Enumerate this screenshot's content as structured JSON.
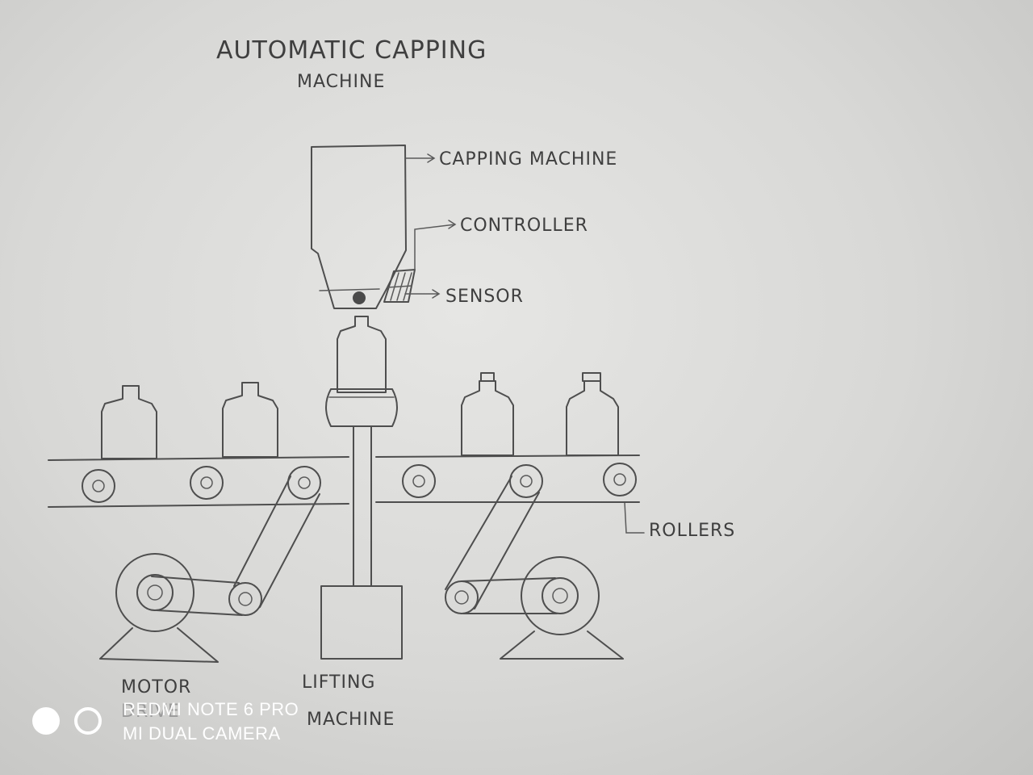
{
  "diagram": {
    "title_line1": "AUTOMATIC CAPPING",
    "title_line2": "MACHINE",
    "labels": {
      "capping_machine": "CAPPING MACHINE",
      "controller": "CONTROLLER",
      "sensor": "SENSOR",
      "rollers": "ROLLERS",
      "motor_line1": "MOTOR",
      "motor_line2": "DRIVE",
      "lifting_line1": "LIFTING",
      "lifting_line2": "MACHINE"
    },
    "colors": {
      "paper": "#d8d8d6",
      "pencil": "#4e4e4e"
    }
  },
  "watermark": {
    "line1": "REDMI NOTE 6 PRO",
    "line2": "MI DUAL CAMERA",
    "icon": "dual-camera-icon"
  }
}
